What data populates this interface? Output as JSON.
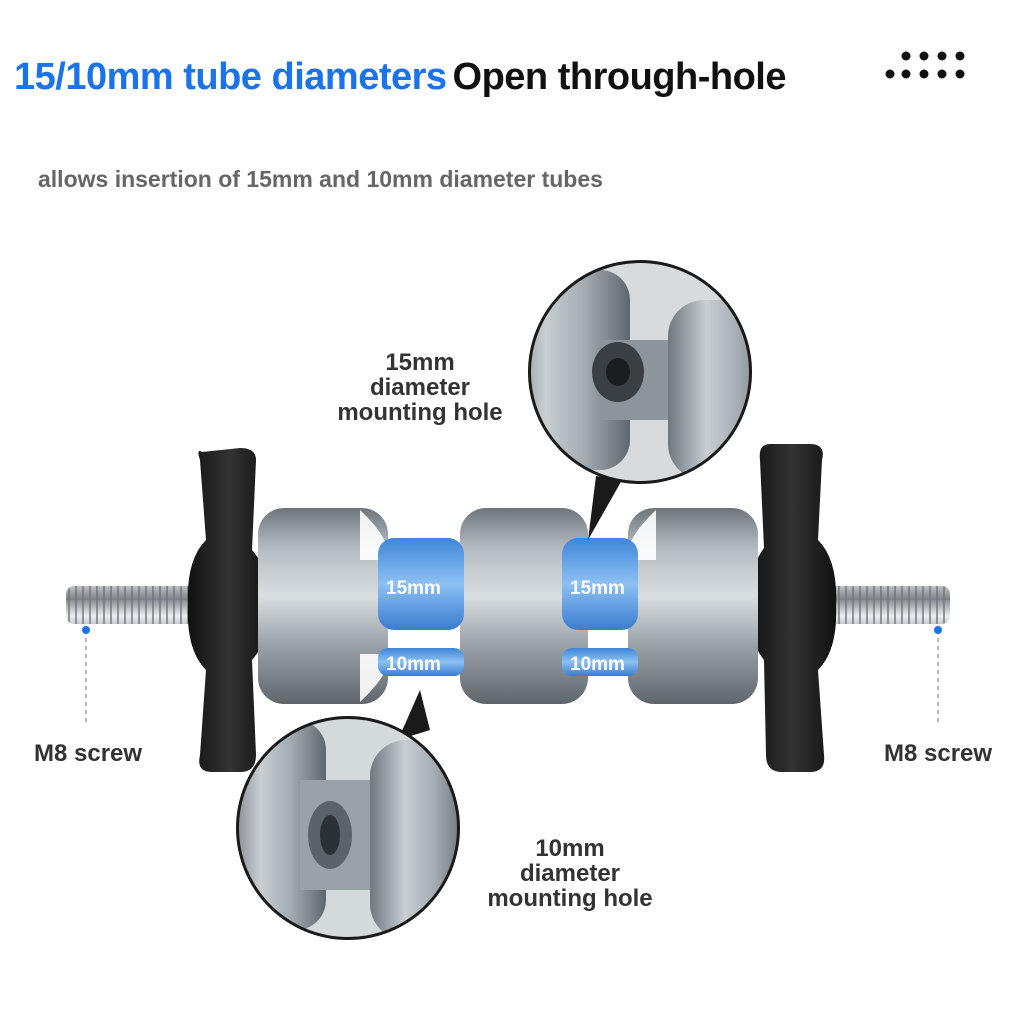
{
  "title": {
    "part1": "15/10mm tube diameters",
    "part2": "Open through-hole"
  },
  "subtitle": "allows insertion of 15mm and 10mm diameter tubes",
  "callouts": {
    "hole15": {
      "line1": "15mm",
      "line2": "diameter",
      "line3": "mounting hole"
    },
    "hole10": {
      "line1": "10mm",
      "line2": "diameter",
      "line3": "mounting hole"
    }
  },
  "screw_labels": {
    "left": "M8 screw",
    "right": "M8 screw"
  },
  "tube_labels": {
    "left15": "15mm",
    "left10": "10mm",
    "right15": "15mm",
    "right10": "10mm"
  },
  "colors": {
    "accent": "#1a73e8",
    "metal": "#9aa2a8",
    "knob": "#1c1c1c",
    "tube_blue": "#5a9ee6"
  }
}
